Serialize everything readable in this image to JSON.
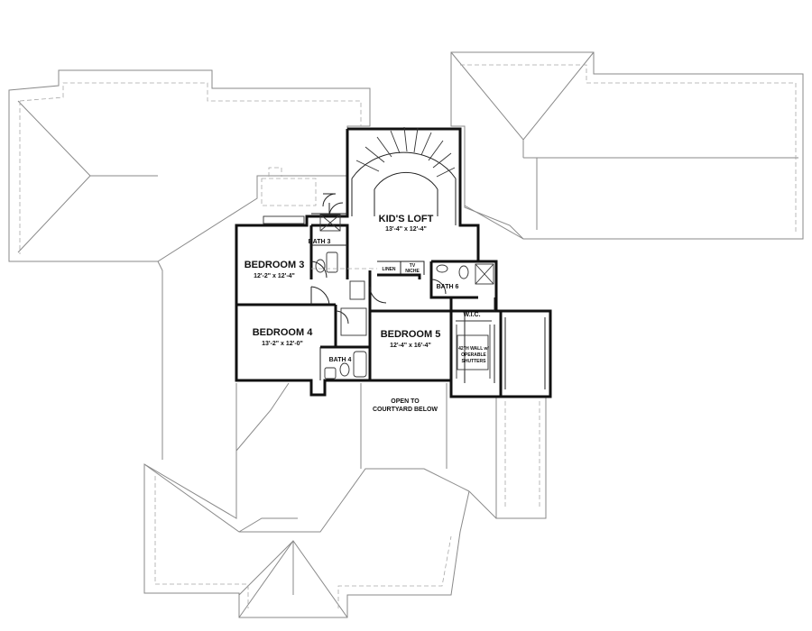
{
  "rooms": {
    "kids_loft": {
      "name": "KID'S LOFT",
      "dim": "13'-4\" x 12'-4\""
    },
    "bedroom_3": {
      "name": "BEDROOM 3",
      "dim": "12'-2\" x 12'-4\""
    },
    "bedroom_4": {
      "name": "BEDROOM 4",
      "dim": "13'-2\" x 12'-0\""
    },
    "bedroom_5": {
      "name": "BEDROOM 5",
      "dim": "12'-4\" x 16'-4\""
    },
    "bath_3": "BATH 3",
    "bath_4": "BATH 4",
    "bath_6": "BATH 6",
    "wic": "W.I.C.",
    "linen": "LINEN",
    "tv_niche_line1": "TV",
    "tv_niche_line2": "NICHE"
  },
  "notes": {
    "open_line1": "OPEN TO",
    "open_line2": "COURTYARD BELOW",
    "wall_line1": "42\"H WALL w/",
    "wall_line2": "OPERABLE",
    "wall_line3": "SHUTTERS"
  }
}
